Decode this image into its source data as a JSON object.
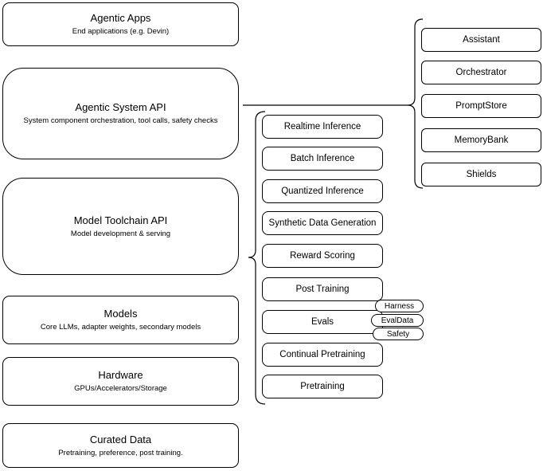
{
  "colors": {
    "stroke": "#000000",
    "background": "#ffffff",
    "text": "#000000"
  },
  "left_stack": [
    {
      "title": "Agentic Apps",
      "subtitle": "End applications (e.g. Devin)"
    },
    {
      "title": "Agentic System API",
      "subtitle": "System component orchestration, tool calls, safety checks"
    },
    {
      "title": "Model Toolchain API",
      "subtitle": "Model development & serving"
    },
    {
      "title": "Models",
      "subtitle": "Core LLMs, adapter weights, secondary models"
    },
    {
      "title": "Hardware",
      "subtitle": "GPUs/Accelerators/Storage"
    },
    {
      "title": "Curated Data",
      "subtitle": "Pretraining, preference, post training."
    }
  ],
  "toolchain_items": [
    "Realtime Inference",
    "Batch Inference",
    "Quantized Inference",
    "Synthetic Data Generation",
    "Reward Scoring",
    "Post Training",
    "Evals",
    "Continual Pretraining",
    "Pretraining"
  ],
  "evals_tags": [
    "Harness",
    "EvalData",
    "Safety"
  ],
  "system_components": [
    "Assistant",
    "Orchestrator",
    "PromptStore",
    "MemoryBank",
    "Shields"
  ]
}
